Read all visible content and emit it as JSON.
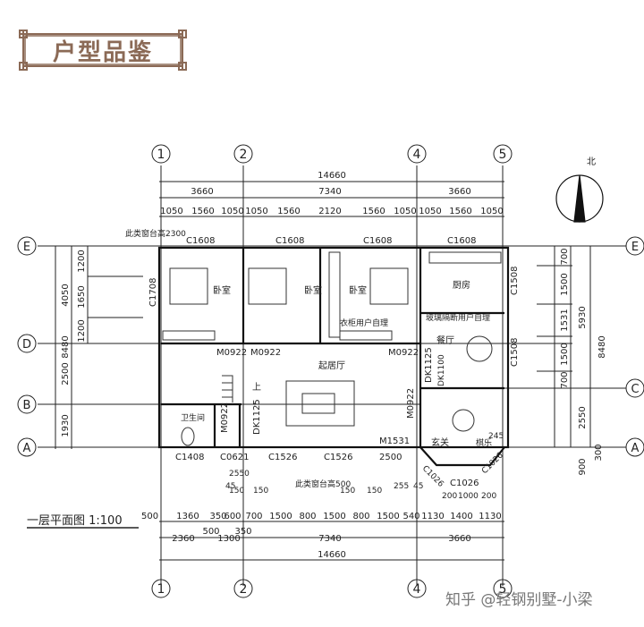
{
  "header": {
    "title": "户型品鉴"
  },
  "plan": {
    "scale_label": "一层平面图  1:100",
    "axis_labels": {
      "col1": "1",
      "col2": "2",
      "col4": "4",
      "col5": "5",
      "rowE": "E",
      "rowD": "D",
      "rowB": "B",
      "rowA": "A",
      "rowC": "C",
      "north": "北"
    },
    "top_dims": {
      "total": "14660",
      "mid": [
        "3660",
        "7340",
        "3660"
      ],
      "detail": [
        "1050",
        "1560",
        "1050",
        "1050",
        "1560",
        "2120",
        "1560",
        "1050",
        "1050",
        "1560",
        "1050"
      ],
      "note": "此类窗台高2300"
    },
    "bottom_dims": {
      "row1": [
        "500",
        "1360",
        "350",
        "600",
        "700",
        "1500",
        "800",
        "1500",
        "800",
        "1500",
        "540",
        "1130",
        "1400",
        "1130"
      ],
      "row2": [
        "2360",
        "500",
        "1300",
        "350",
        "7340",
        "3660"
      ],
      "total": "14660",
      "note": "此类窗台高500",
      "small": [
        "2550",
        "45",
        "150",
        "150",
        "150",
        "150",
        "255",
        "45"
      ]
    },
    "left_dims": {
      "inner": [
        "1200",
        "1650",
        "1200"
      ],
      "mid": [
        "4050",
        "2500",
        "1930"
      ],
      "total": "8480"
    },
    "right_dims": {
      "inner": [
        "700",
        "1500",
        "1531",
        "1500",
        "700"
      ],
      "mid": [
        "5930",
        "2550"
      ],
      "total": "8480",
      "small": [
        "900",
        "300"
      ]
    },
    "rooms": {
      "bed1": "卧室",
      "bed2": "卧室",
      "bed3": "卧室",
      "kitchen": "厨房",
      "dining": "餐厅",
      "living": "起居厅",
      "bath": "卫生间",
      "entry": "玄关",
      "tea": "棋乐",
      "kitchen_note": "玻璃隔断用户自理",
      "bed_note": "衣柜用户自理",
      "up": "上"
    },
    "openings": {
      "c1608a": "C1608",
      "c1608b": "C1608",
      "c1608c": "C1608",
      "c1608d": "C1608",
      "c1708": "C1708",
      "c1508a": "C1508",
      "c1508b": "C1508",
      "m0922a": "M0922",
      "m0922b": "M0922",
      "m0922c": "M0922",
      "m0922d": "M0922",
      "m0922e": "M0922",
      "dk1125a": "DK1125",
      "dk1125b": "DK1125",
      "dk1100": "DK1100",
      "c1408": "C1408",
      "c0621": "C0621",
      "c1526a": "C1526",
      "c1526b": "C1526",
      "m1531": "M1531",
      "c1026a": "C1026",
      "c1026b": "C1026",
      "c1026c": "C1026",
      "d2500": "2500",
      "d200a": "200",
      "d1000": "1000",
      "d200b": "200",
      "d245": "245"
    }
  },
  "watermark": "知乎 @轻钢别墅-小梁"
}
